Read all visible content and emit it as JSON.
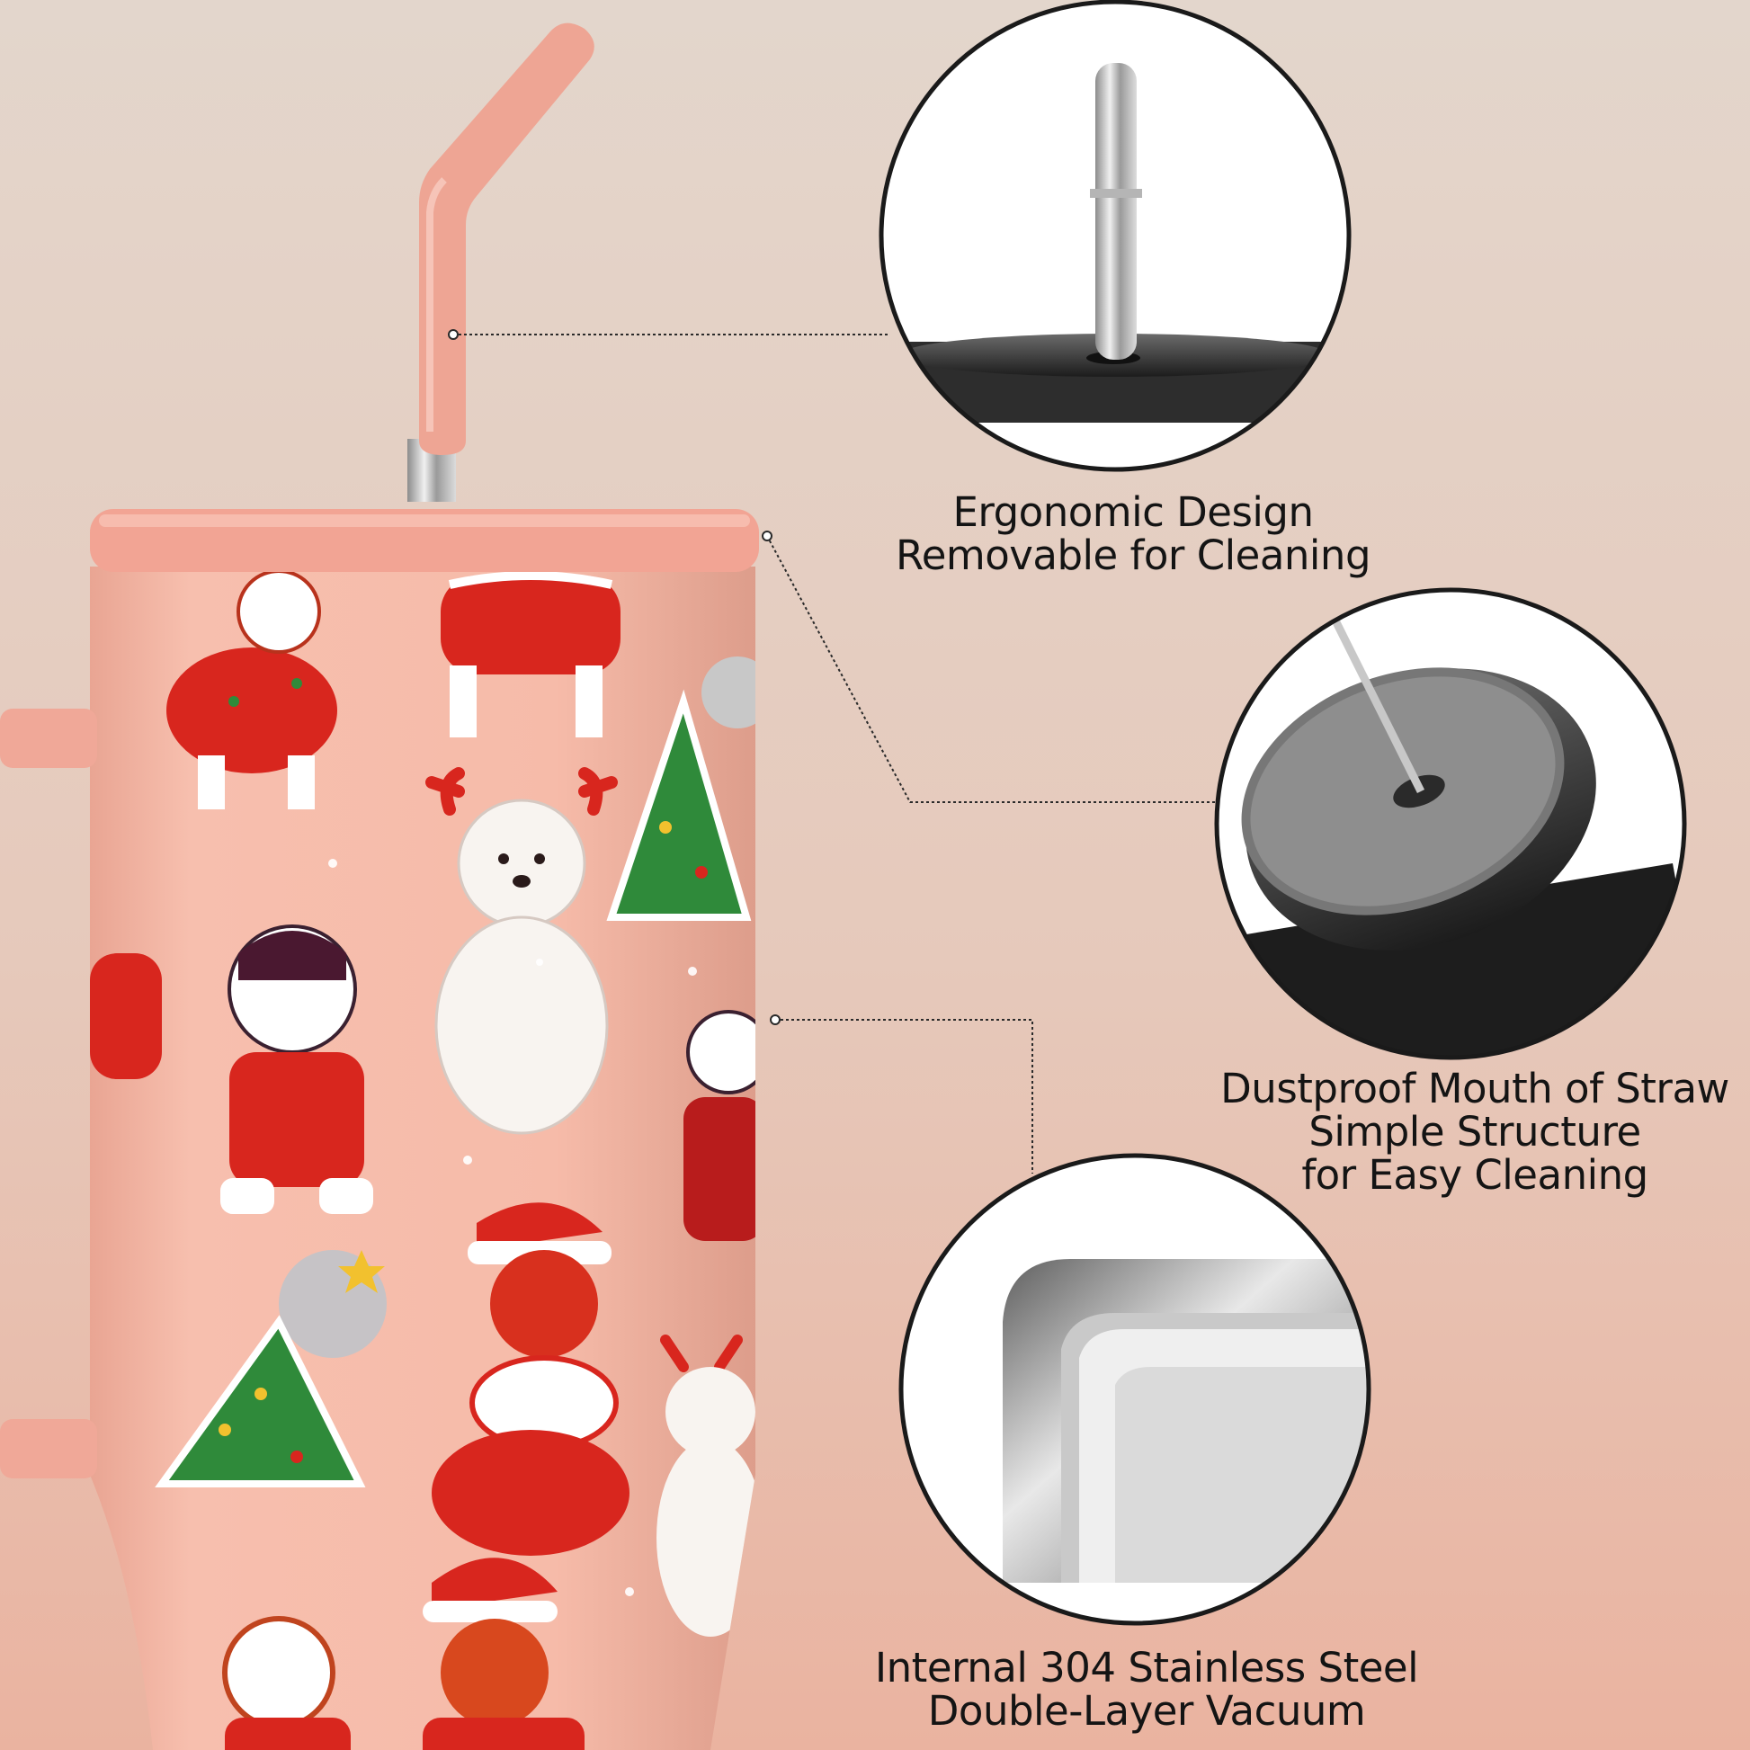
{
  "callouts": [
    {
      "icon": "straw-tip-detail-icon",
      "lines": [
        "Ergonomic Design",
        "Removable for Cleaning"
      ]
    },
    {
      "icon": "lid-straw-mouth-detail-icon",
      "lines": [
        "Dustproof Mouth of Straw",
        "Simple Structure",
        "for Easy Cleaning"
      ]
    },
    {
      "icon": "steel-wall-detail-icon",
      "lines": [
        "Internal 304 Stainless Steel",
        "Double-Layer Vacuum"
      ]
    }
  ],
  "colors": {
    "background_top": "#e3d6cc",
    "background_bottom": "#eab3a0",
    "tumbler_body": "#f5b8a6",
    "tumbler_lid": "#f2a494",
    "straw": "#eea594",
    "pattern_red": "#d8261e",
    "pattern_green": "#2f8a3a",
    "text": "#141414"
  },
  "product": {
    "name_icon": "christmas-dog-tumbler-icon",
    "pattern_icon": "christmas-dogs-pattern-icon"
  }
}
